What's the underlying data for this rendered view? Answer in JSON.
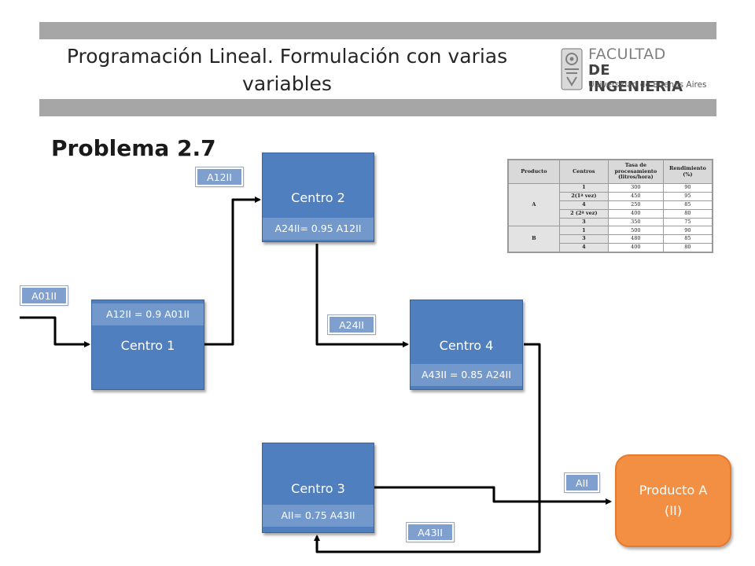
{
  "header": {
    "title_line1": "Programación Lineal. Formulación con varias",
    "title_line2": "variables",
    "logo": {
      "line1": "FACULTAD",
      "line2": "DE INGENIERIA",
      "line3": "Universidad de Buenos Aires",
      "emblem_icon": "faculty-emblem-icon"
    }
  },
  "problem_title": "Problema 2.7",
  "centers": {
    "c1": {
      "name": "Centro 1",
      "equation": "A12II = 0.9 A01II"
    },
    "c2": {
      "name": "Centro 2",
      "equation": "A24II= 0.95 A12II"
    },
    "c3": {
      "name": "Centro 3",
      "equation": "AII= 0.75 A43II"
    },
    "c4": {
      "name": "Centro 4",
      "equation": "A43II = 0.85 A24II"
    }
  },
  "flows": {
    "a01": "A01II",
    "a12": "A12II",
    "a24": "A24II",
    "a43": "A43II",
    "aii": "AII"
  },
  "product": {
    "line1": "Producto A",
    "line2": "(II)"
  },
  "colors": {
    "center_fill": "#4f7fbf",
    "equation_band": "#7399cc",
    "product_fill": "#f28f43",
    "header_band": "#a6a6a6"
  },
  "spec_table": {
    "headers": [
      "Producto",
      "Centros",
      "Tasa de procesamiento (litros/hora)",
      "Rendimiento (%)"
    ],
    "groups": [
      {
        "product": "A",
        "rows": [
          {
            "centro": "1",
            "tasa": "300",
            "rend": "90"
          },
          {
            "centro": "2(1ª vez)",
            "tasa": "450",
            "rend": "95"
          },
          {
            "centro": "4",
            "tasa": "250",
            "rend": "85"
          },
          {
            "centro": "2 (2ª vez)",
            "tasa": "400",
            "rend": "80"
          },
          {
            "centro": "3",
            "tasa": "350",
            "rend": "75"
          }
        ]
      },
      {
        "product": "B",
        "rows": [
          {
            "centro": "1",
            "tasa": "500",
            "rend": "90"
          },
          {
            "centro": "3",
            "tasa": "480",
            "rend": "85"
          },
          {
            "centro": "4",
            "tasa": "400",
            "rend": "80"
          }
        ]
      }
    ]
  }
}
